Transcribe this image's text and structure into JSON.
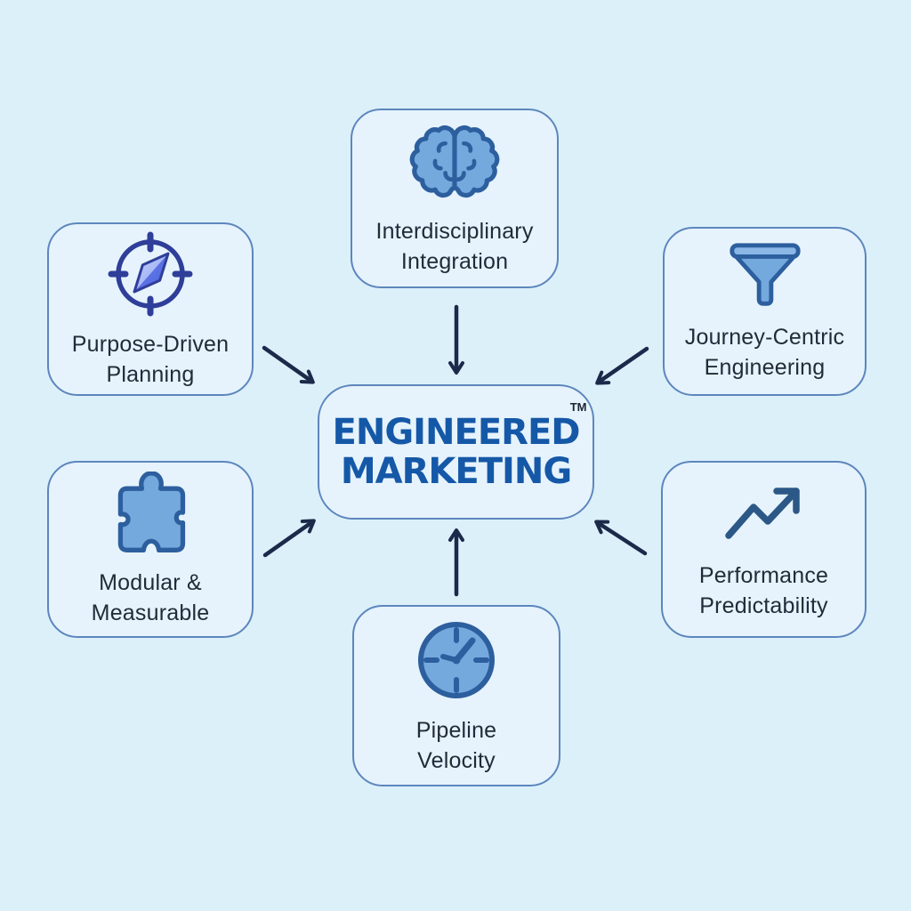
{
  "diagram": {
    "center": {
      "brand_line1": "ENGINEERED",
      "brand_line2": "MARKETING",
      "trademark": "TM"
    },
    "nodes": [
      {
        "icon": "brain-icon",
        "line1": "Interdisciplinary",
        "line2": "Integration",
        "position": "top"
      },
      {
        "icon": "compass-icon",
        "line1": "Purpose-Driven",
        "line2": "Planning",
        "position": "upper-left"
      },
      {
        "icon": "funnel-icon",
        "line1": "Journey-Centric",
        "line2": "Engineering",
        "position": "upper-right"
      },
      {
        "icon": "puzzle-icon",
        "line1": "Modular &",
        "line2": "Measurable",
        "position": "lower-left"
      },
      {
        "icon": "trending-up-icon",
        "line1": "Performance",
        "line2": "Predictability",
        "position": "lower-right"
      },
      {
        "icon": "clock-icon",
        "line1": "Pipeline",
        "line2": "Velocity",
        "position": "bottom"
      }
    ]
  },
  "colors": {
    "page_bg": "#dcf0fa",
    "card_fill": "#e6f3fc",
    "card_border": "#5d86bd",
    "arrow_color": "#1b2a4a",
    "brand_blue": "#1558a7",
    "tm_color": "#1c2433",
    "label_color": "#222b38",
    "icon_fill": "#74a9de",
    "icon_stroke": "#2d5f9e",
    "compass_stroke": "#2f3e99",
    "trend_stroke": "#2b5886"
  }
}
